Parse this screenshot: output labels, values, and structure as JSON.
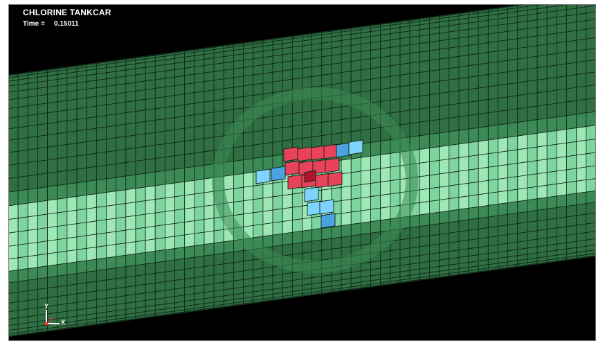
{
  "viewport": {
    "title": "CHLORINE TANKCAR",
    "time_label": "Time =",
    "time_value": "0.15011",
    "axis_labels": {
      "y": "Y",
      "z": "Z",
      "x": "X"
    }
  },
  "colors": {
    "background": "#000000",
    "mesh_dark": "#2f6f42",
    "mesh_mid": "#3c8a55",
    "mesh_light": "#7fd5a0",
    "mesh_lighter": "#9ee8b6",
    "edge": "#0e2416",
    "stress_high": "#e8435a",
    "stress_peak": "#b5122c",
    "stress_low": "#7fd3ff",
    "stress_lowmid": "#4aa3e0",
    "axis_y": "#ffffff",
    "axis_z": "#ff3030",
    "axis_x": "#ffffff"
  }
}
